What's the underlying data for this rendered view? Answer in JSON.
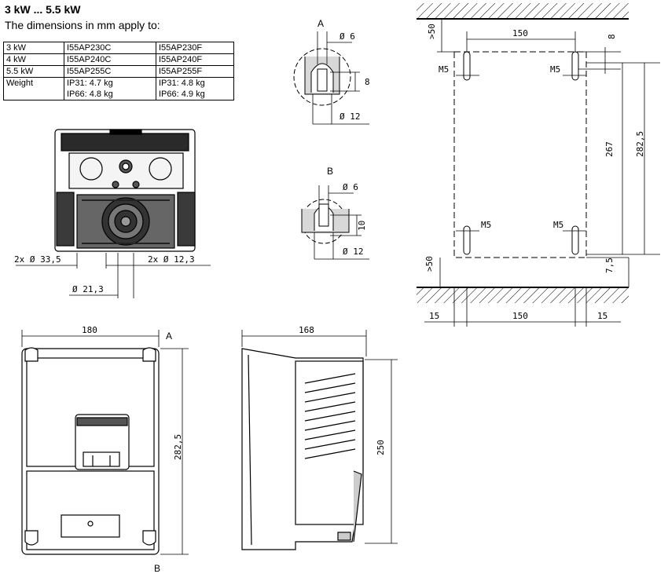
{
  "header": {
    "title": "3 kW ... 5.5 kW",
    "subtitle": "The dimensions in mm apply to:"
  },
  "table": {
    "rows": [
      {
        "power": "3 kW",
        "model_c": "I55AP230C",
        "model_f": "I55AP230F"
      },
      {
        "power": "4 kW",
        "model_c": "I55AP240C",
        "model_f": "I55AP240F"
      },
      {
        "power": "5.5 kW",
        "model_c": "I55AP255C",
        "model_f": "I55AP255F"
      }
    ],
    "weight": {
      "label": "Weight",
      "c_ip31": "IP31: 4.7 kg",
      "c_ip66": "IP66: 4.8 kg",
      "f_ip31": "IP31: 4.8 kg",
      "f_ip66": "IP66: 4.9 kg"
    }
  },
  "bottom_view": {
    "left_hole": "2x  Ø 33,5",
    "right_hole": "2x  Ø 12,3",
    "center_hole": "Ø 21,3"
  },
  "detail_a": {
    "label": "A",
    "dia_top": "Ø 6",
    "height": "8",
    "dia_bottom": "Ø 12"
  },
  "detail_b": {
    "label": "B",
    "dia_top": "Ø 6",
    "height": "10",
    "dia_bottom": "Ø 12"
  },
  "mounting": {
    "top_clearance": ">50",
    "bottom_clearance": ">50",
    "hole_spacing_top": "150",
    "hole_spacing_bottom": "150",
    "slot_top": "8",
    "screw_tl": "M5",
    "screw_tr": "M5",
    "screw_bl": "M5",
    "screw_br": "M5",
    "vertical_spacing": "267",
    "overall_height": "282,5",
    "bottom_offset": "7,5",
    "margin_left": "15",
    "margin_right": "15"
  },
  "front_view": {
    "width": "180",
    "height": "282,5",
    "label_a": "A",
    "label_b": "B"
  },
  "side_view": {
    "depth": "168",
    "height": "250"
  }
}
